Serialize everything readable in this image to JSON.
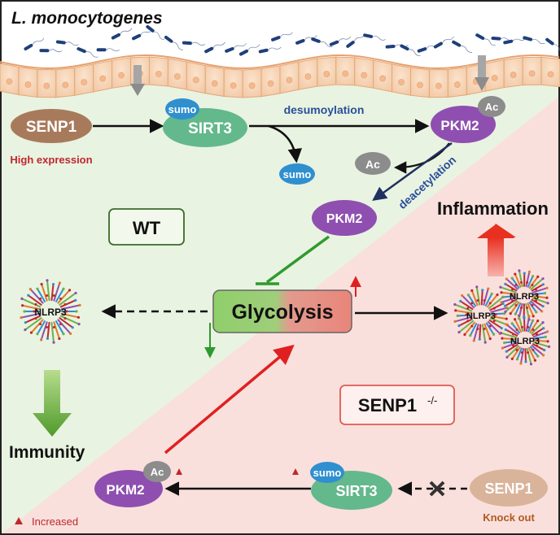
{
  "title": "L. monocytogenes",
  "wt": {
    "box_label": "WT",
    "senp1": "SENP1",
    "senp1_note": "High expression",
    "sirt3": "SIRT3",
    "sumo": "sumo",
    "desumoylation": "desumoylation",
    "sumo_released": "sumo",
    "pkm2_ac": "PKM2",
    "ac": "Ac",
    "ac_released": "Ac",
    "deacetylation": "deacetylation",
    "pkm2": "PKM2",
    "nlrp3": "NLRP3",
    "immunity": "Immunity"
  },
  "center": {
    "glycolysis": "Glycolysis"
  },
  "ko": {
    "box_label": "SENP1",
    "box_sup": "-/-",
    "inflammation": "Inflammation",
    "nlrp3_a": "NLRP3",
    "nlrp3_b": "NLRP3",
    "nlrp3_c": "NLRP3",
    "pkm2": "PKM2",
    "ac": "Ac",
    "sirt3": "SIRT3",
    "sumo": "sumo",
    "senp1": "SENP1",
    "senp1_note": "Knock out"
  },
  "legend": {
    "increased": "Increased"
  },
  "colors": {
    "wt_bg": "#e9f3e1",
    "ko_bg": "#f9e0dc",
    "senp1": "#a87a5c",
    "senp1_ko": "#d9b49a",
    "sirt3": "#63b88c",
    "sumo": "#2f8fcf",
    "pkm2": "#8f4fb0",
    "ac": "#8c8c8c",
    "red": "#e02020",
    "green": "#2e9a2e",
    "label_blue": "#2a4f9a",
    "label_red": "#c0272d"
  }
}
